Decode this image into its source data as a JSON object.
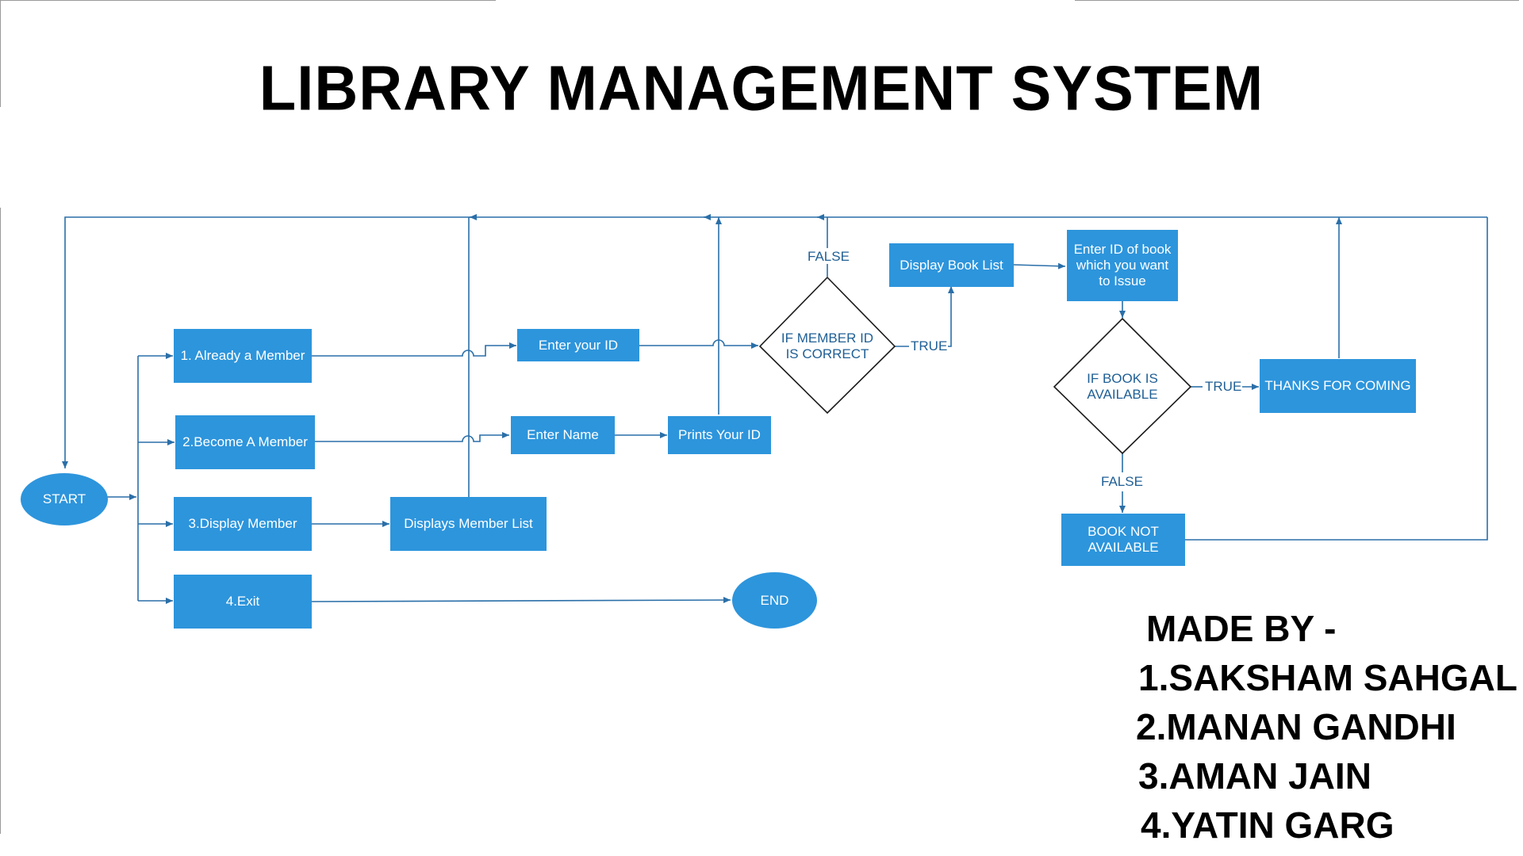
{
  "title": "LIBRARY MANAGEMENT SYSTEM",
  "nodes": {
    "start": "START",
    "already_member": "1. Already a Member",
    "become_member": "2.Become A Member",
    "display_member": "3.Display Member",
    "exit": "4.Exit",
    "end": "END",
    "enter_id": "Enter your ID",
    "enter_name": "Enter Name",
    "prints_id": "Prints Your ID",
    "displays_member_list": "Displays Member List",
    "if_member_id_correct": "IF MEMBER ID IS CORRECT",
    "display_book_list": "Display Book List",
    "enter_book_id": "Enter ID of book which you want to Issue",
    "if_book_available": "IF BOOK IS AVAILABLE",
    "thanks": "THANKS FOR COMING",
    "book_not_available": "BOOK NOT AVAILABLE"
  },
  "edge_labels": {
    "member_false": "FALSE",
    "member_true": "TRUE",
    "book_true": "TRUE",
    "book_false": "FALSE"
  },
  "credits": {
    "heading": "MADE BY -",
    "names": [
      "1.SAKSHAM SAHGAL",
      "2.MANAN GANDHI",
      "3.AMAN JAIN",
      "4.YATIN GARG"
    ]
  },
  "colors": {
    "node_fill": "#2d95dc",
    "connector": "#2a6fa8",
    "label_text": "#1f5f95",
    "title_text": "#000000"
  }
}
